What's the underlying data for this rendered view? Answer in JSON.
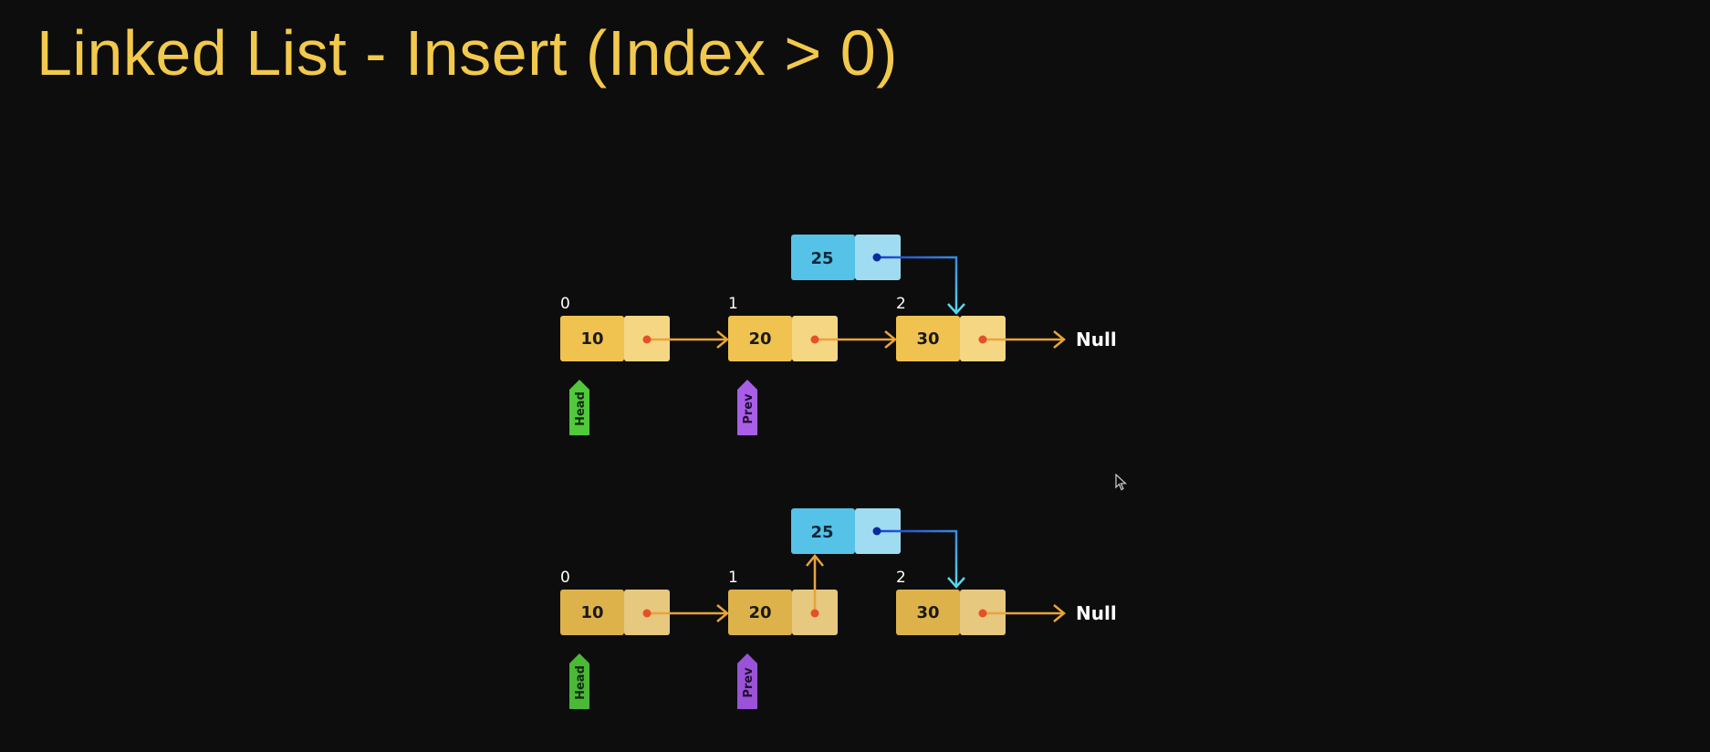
{
  "title": "Linked List - Insert (Index > 0)",
  "colors": {
    "title": "#f2c94c",
    "node_value": "#f0c24f",
    "node_pointer": "#f5d683",
    "new_node_value": "#56c2e8",
    "new_node_pointer": "#9fdcf2",
    "arrow": "#e8a33c",
    "dot": "#e4502a",
    "new_dot": "#0a2a9e",
    "new_arrow_start": "#1c3ed1",
    "new_arrow_end": "#55d8ee",
    "head_tag": "#52c83b",
    "prev_tag": "#a95ee8"
  },
  "diagram": {
    "null_label": "Null",
    "head_label": "Head",
    "prev_label": "Prev",
    "before": {
      "indices": [
        "0",
        "1",
        "2"
      ],
      "values": [
        "10",
        "20",
        "30"
      ],
      "new_value": "25"
    },
    "after": {
      "indices": [
        "0",
        "1",
        "2"
      ],
      "values": [
        "10",
        "20",
        "30"
      ],
      "new_value": "25"
    }
  }
}
